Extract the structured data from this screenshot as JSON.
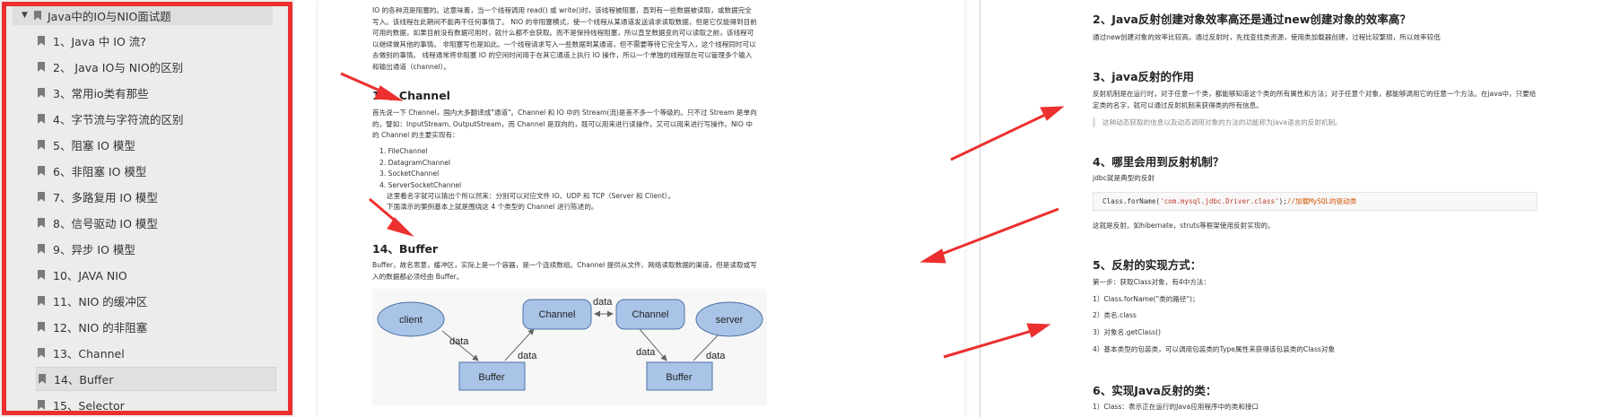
{
  "sidebar": {
    "root_label": "Java中的IO与NIO面试题",
    "items": [
      {
        "label": "1、Java 中 IO 流?"
      },
      {
        "label": "2、 Java IO与 NIO的区别"
      },
      {
        "label": "3、常用io类有那些"
      },
      {
        "label": "4、字节流与字符流的区别"
      },
      {
        "label": "5、阻塞 IO 模型"
      },
      {
        "label": "6、非阻塞 IO 模型"
      },
      {
        "label": "7、多路复用 IO 模型"
      },
      {
        "label": "8、信号驱动 IO 模型"
      },
      {
        "label": "9、异步 IO 模型"
      },
      {
        "label": "10、JAVA NIO"
      },
      {
        "label": "11、NIO 的缓冲区"
      },
      {
        "label": "12、NIO 的非阻塞"
      },
      {
        "label": "13、Channel"
      },
      {
        "label": "14、Buffer"
      },
      {
        "label": "15、Selector"
      }
    ],
    "selected_index": 13
  },
  "page1": {
    "intro": "IO 的各种流是阻塞的。这意味着，当一个线程调用 read() 或 write()时，该线程被阻塞，直到有一些数据被读取，或数据完全写入。该线程在此期间不能再干任何事情了。 NIO 的非阻塞模式，使一个线程从某通道发送请求读取数据，但是它仅能得到目前可用的数据，如果目前没有数据可用时，就什么都不会获取。而不是保持线程阻塞，所以直至数据变的可以读取之前，该线程可以继续做其他的事情。 非阻塞写也是如此。一个线程请求写入一些数据到某通道，但不需要等待它完全写入，这个线程同时可以去做别的事情。 线程通常将非阻塞 IO 的空闲时间用于在其它通道上执行 IO 操作，所以一个单独的线程现在可以管理多个输入和输出通道（channel）。",
    "channel_heading": "13、Channel",
    "channel_text": "首先说一下 Channel，国内大多翻译成\"通道\"。Channel 和 IO 中的 Stream(流)是差不多一个等级的。只不过 Stream 是单向的，譬如：InputStream, OutputStream，而 Channel 是双向的，既可以用来进行读操作，又可以用来进行写操作。NIO 中的 Channel 的主要实现有：",
    "channel_list": [
      "FileChannel",
      "DatagramChannel",
      "SocketChannel",
      "ServerSocketChannel"
    ],
    "channel_note1": "这里看名字就可以猜出个所以然来：分别可以对应文件 IO、UDP 和 TCP（Server 和 Client）。",
    "channel_note2": "下面演示的案例基本上就是围绕这 4 个类型的 Channel 进行陈述的。",
    "buffer_heading": "14、Buffer",
    "buffer_text": "Buffer，故名思意，缓冲区，实际上是一个容器，是一个连续数组。Channel 提供从文件、网络读取数据的渠道，但是读取或写入的数据都必须经由 Buffer。",
    "diagram": {
      "client": "client",
      "server": "server",
      "channel": "Channel",
      "buffer": "Buffer",
      "data": "data"
    }
  },
  "page2": {
    "h_2": "2、Java反射创建对象效率高还是通过new创建对象的效率高？",
    "p_2": "通过new创建对象的效率比较高。通过反射时，先找查找类资源，使用类加载器创建，过程比较繁琐，所以效率较低",
    "h_3": "3、java反射的作用",
    "p_3": "反射机制是在运行时，对于任意一个类，都能够知道这个类的所有属性和方法；对于任意个对象，都能够调用它的任意一个方法。在java中，只要给定类的名字，就可以通过反射机制来获得类的所有信息。",
    "q_3": "这种动态获取的信息以及动态调用对象的方法的功能称为Java语言的反射机制。",
    "h_4": "4、哪里会用到反射机制？",
    "p_4": "jdbc就是典型的反射",
    "code_prefix": "Class.forName(",
    "code_string": "'com.mysql.jdbc.Driver.class'",
    "code_suffix": ");",
    "code_comment": "//加载MySQL的驱动类",
    "p_4b": "这就是反射。如hibernate，struts等框架使用反射实现的。",
    "h_5": "5、反射的实现方式：",
    "p_5": "第一步：获取Class对象，有4中方法：",
    "steps": [
      "1）Class.forName(\"类的路径\")；",
      "2）类名.class",
      "3）对象名.getClass()",
      "4）基本类型的包装类，可以调用包装类的Type属性来获得该包装类的Class对象"
    ],
    "h_6": "6、实现Java反射的类：",
    "p_6": "1）Class：表示正在运行的Java应用程序中的类和接口"
  },
  "colors": {
    "highlight_border": "#ec2f2f",
    "arrow": "#ec2f2f",
    "node_fill": "#a9c4e6",
    "node_stroke": "#4f72a8"
  }
}
